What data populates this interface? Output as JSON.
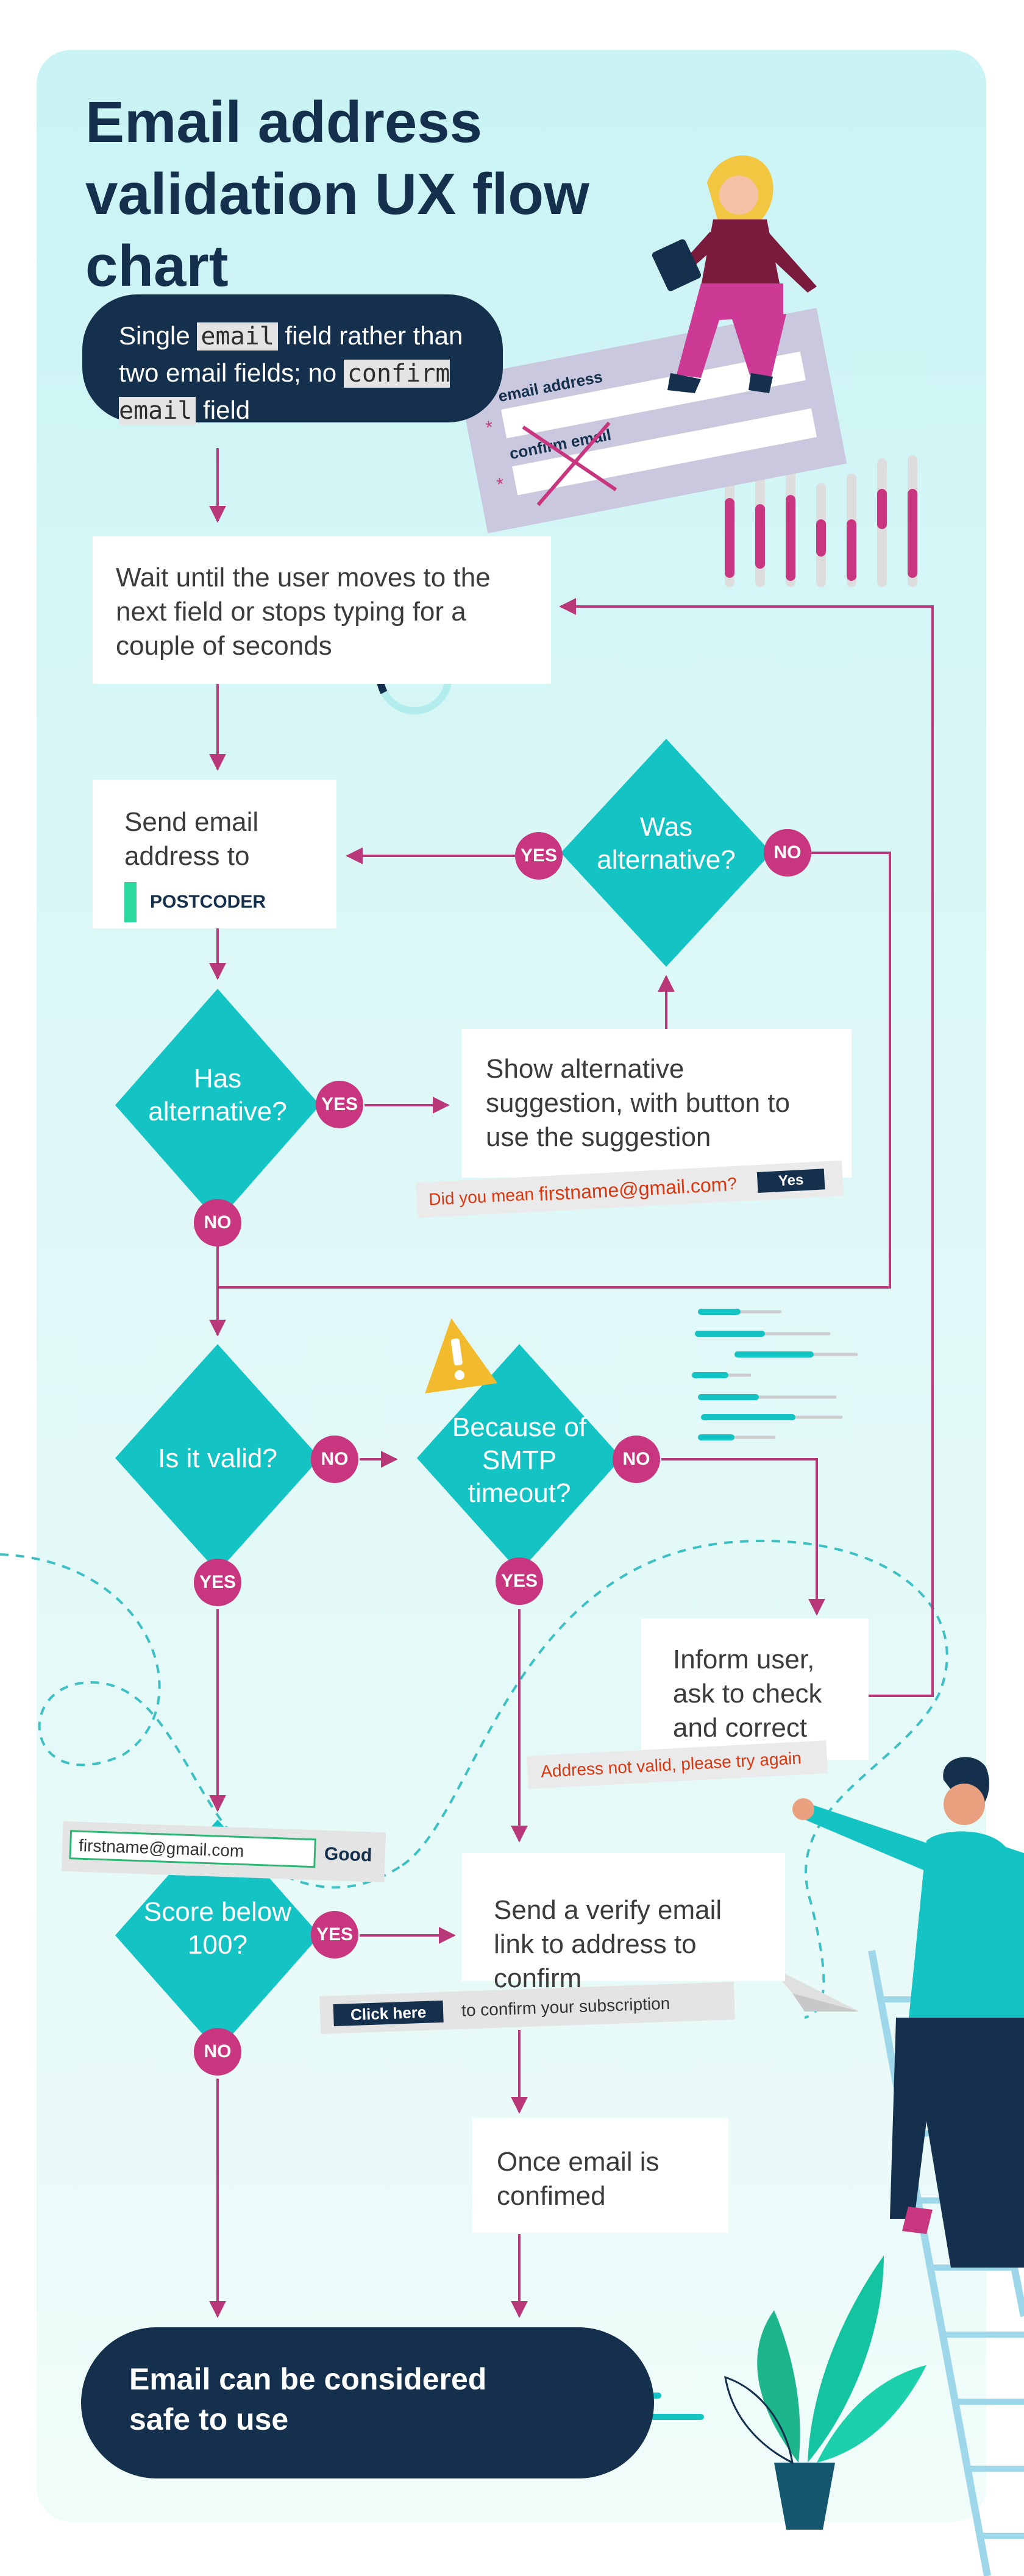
{
  "title": "Email address validation UX flow chart",
  "steps": {
    "single_field": {
      "pre": "Single ",
      "code1": "email",
      "mid": " field rather than two email fields; no ",
      "code2": "confirm email",
      "post": " field"
    },
    "wait": "Wait until the user moves to the next field or stops typing for a couple of seconds",
    "send": "Send email address to",
    "postcoder": "POSTCODER",
    "show_alt": "Show alternative suggestion, with button to use the suggestion",
    "inform": "Inform user, ask to check and correct",
    "verify": "Send a verify email link to address to confirm",
    "confirmed": "Once email is confimed",
    "final": "Email can be considered safe to use"
  },
  "decisions": {
    "was_alternative": "Was alternative?",
    "has_alternative": "Has alternative?",
    "is_valid": "Is it valid?",
    "smtp_timeout": "Because of SMTP timeout?",
    "score_below": "Score below 100?"
  },
  "badges": {
    "yes": "YES",
    "no": "NO"
  },
  "examples": {
    "did_you_mean_prefix": "Did you mean ",
    "did_you_mean_email": "firstname@gmail.com",
    "did_you_mean_suffix": "?",
    "yes_button": "Yes",
    "not_valid": "Address not valid, please try again",
    "email_value": "firstname@gmail.com",
    "good": "Good",
    "click_here": "Click here",
    "confirm_sub": "to confirm your subscription"
  },
  "form_illustration": {
    "label1": "email address",
    "label2": "confirm email"
  },
  "colors": {
    "navy": "#14304d",
    "teal": "#14c4c4",
    "magenta": "#c8367f",
    "arrow": "#b8387a"
  }
}
